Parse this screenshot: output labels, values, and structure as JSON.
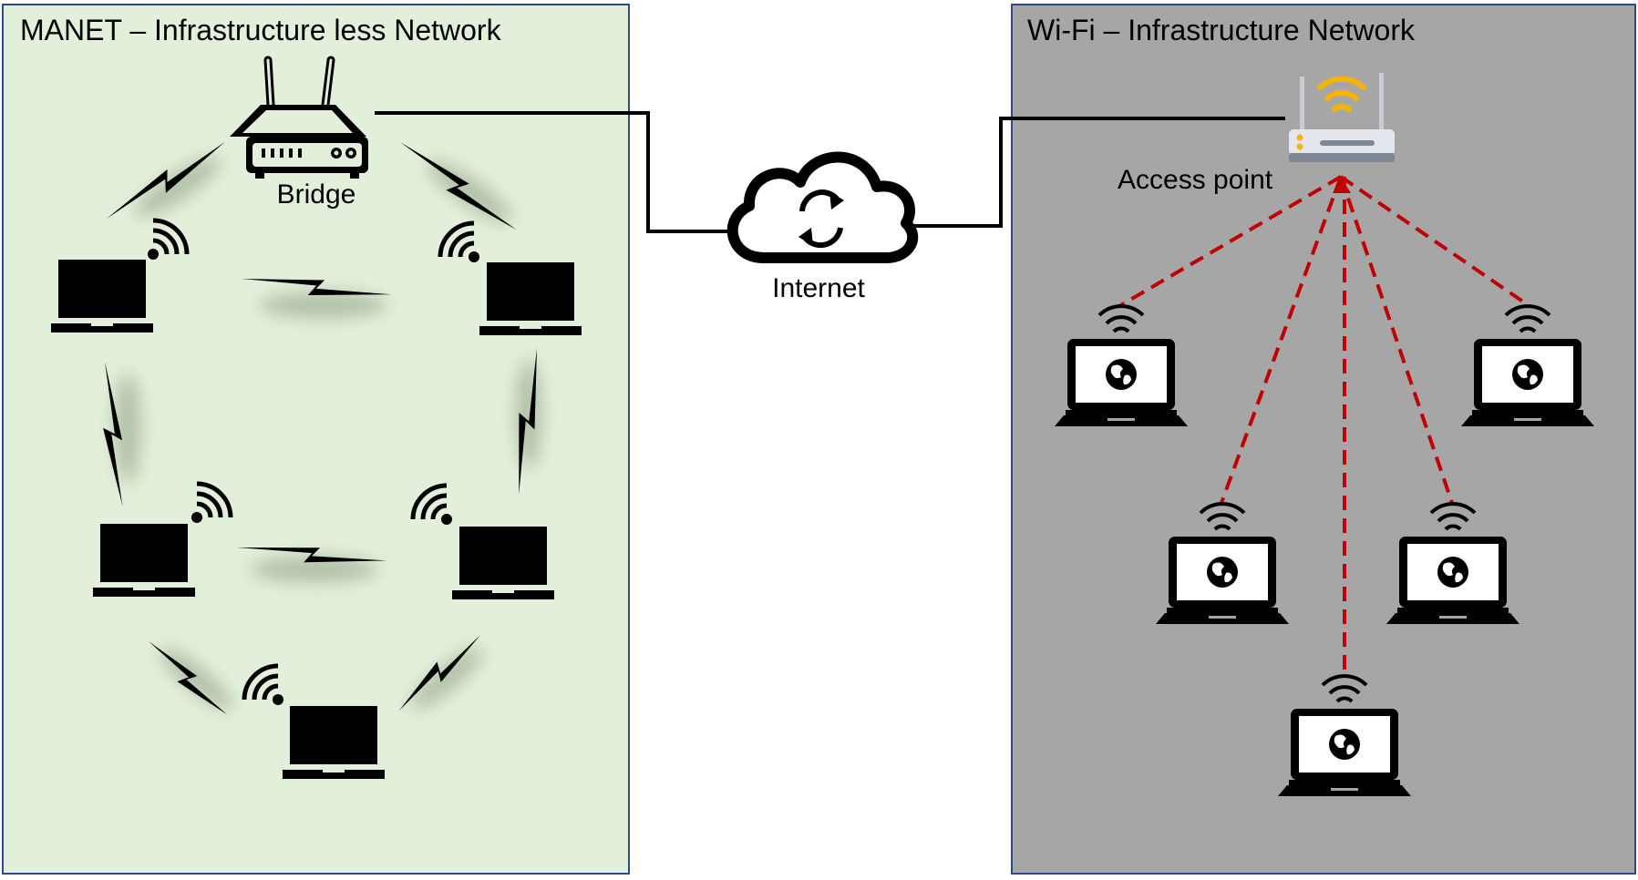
{
  "manet_panel": {
    "title": "MANET – Infrastructure less Network",
    "background": "#e2efda",
    "border": "#2f4a8a",
    "bridge_label": "Bridge"
  },
  "wifi_panel": {
    "title": "Wi-Fi – Infrastructure Network",
    "background": "#a6a6a6",
    "border": "#2f4a8a",
    "access_point_label": "Access point"
  },
  "internet": {
    "label": "Internet"
  },
  "colors": {
    "wireless_link": "#c00000",
    "wifi_signal": "#f5b400",
    "cable": "#000000"
  },
  "icons": {
    "bridge": "router-icon",
    "access_point": "wifi-router-icon",
    "internet": "cloud-sync-icon",
    "manet_node": "laptop-icon",
    "wifi_client": "laptop-globe-icon",
    "link": "lightning-bolt-icon"
  }
}
